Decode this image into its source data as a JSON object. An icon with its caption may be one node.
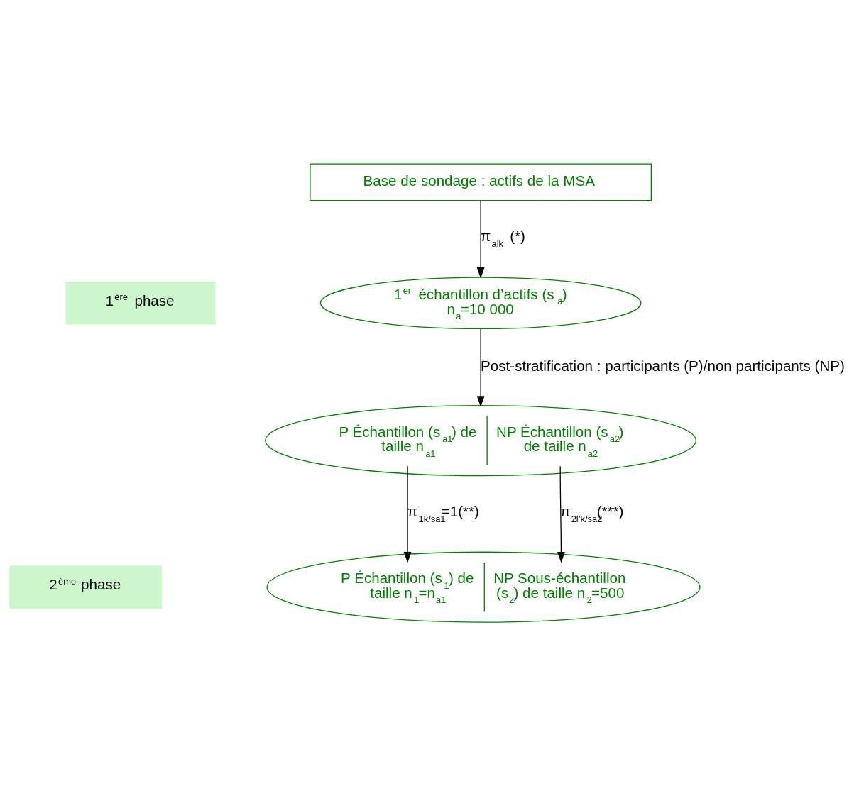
{
  "diagram": {
    "nodes": [
      {
        "text": [
          "Base de sondage : actifs de la MSA"
        ]
      },
      {
        "text": [
          "1$^{ère}$ phase"
        ]
      },
      {
        "text": [
          "1$^{er}$ échantillon d’actifs (s$_{a}$) n$_{a}$=10 000"
        ]
      },
      {
        "text": [
          "P Échantillon (s$_{a1}$) de taille n$_{a1}$",
          "NP Échantillon (s$_{a2}$) de taille n$_{a2}$"
        ]
      },
      {
        "text": [
          "2$^{ème}$ phase"
        ]
      },
      {
        "text": [
          "P Échantillon (s$_{1}$) de taille n$_{1}$=n$_{a1}$",
          "NP Sous-échantillon (s$_{2}$) de taille n$_{2}$=500"
        ]
      }
    ],
    "edges": [
      {
        "from": 0,
        "to": 2,
        "arrow": "to",
        "label": "π$_{alk}$ (*)"
      },
      {
        "from": 2,
        "to": 3,
        "arrow": "to",
        "label": "Post-stratification : participants (P)/non participants (NP)"
      },
      {
        "from": 3,
        "to": 5,
        "arrow": "to",
        "label": "π$_{1k/sa1}$=1(**)"
      },
      {
        "from": 3,
        "to": 5,
        "arrow": "to",
        "label": "π$_{2l’k/sa2}$(***)"
      }
    ]
  }
}
